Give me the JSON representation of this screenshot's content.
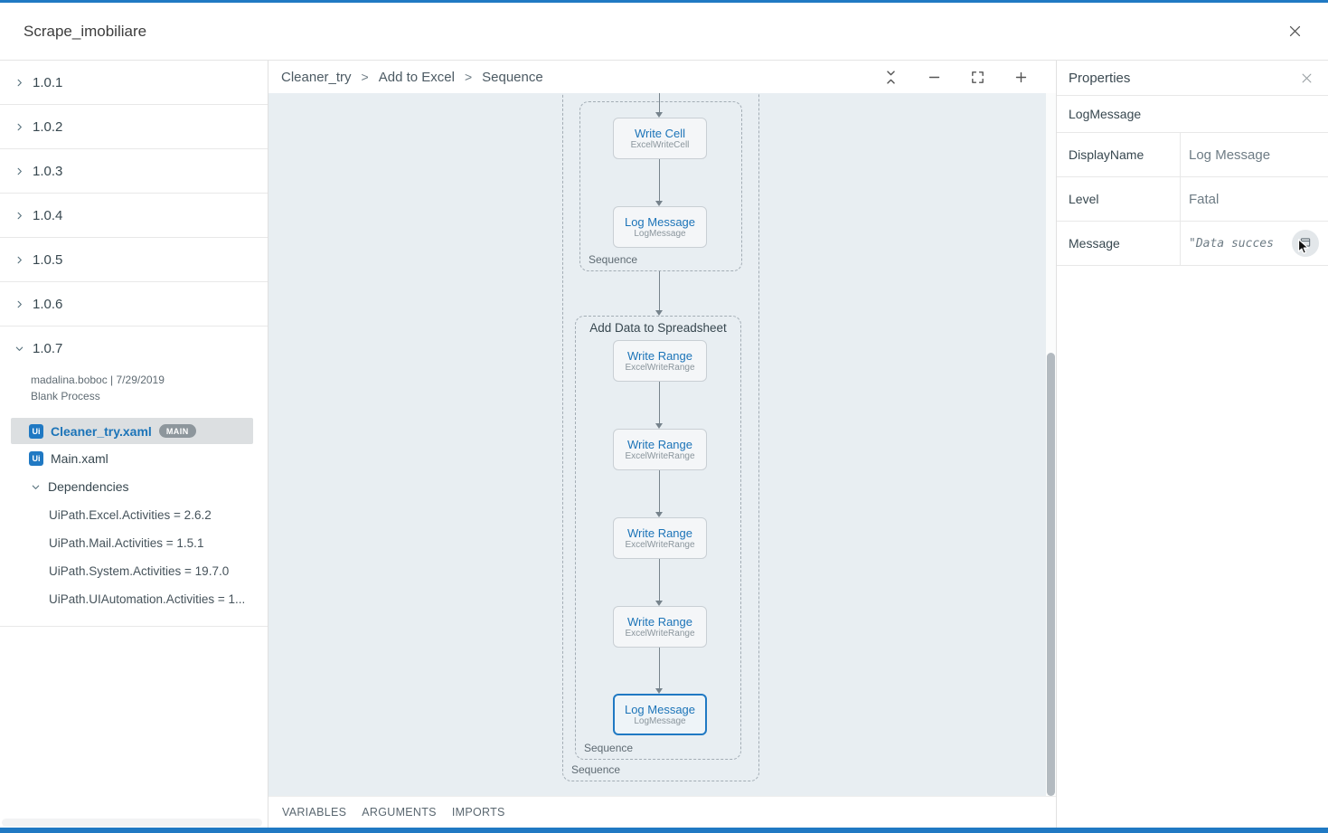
{
  "colors": {
    "accent_blue": "#2079c3",
    "canvas_bg": "#e8eef2",
    "selected_row_bg": "#dcdfe1",
    "activity_title_blue": "#1c74b8"
  },
  "window": {
    "title": "Scrape_imobiliare"
  },
  "versions_panel": {
    "collapsed_versions": [
      "1.0.1",
      "1.0.2",
      "1.0.3",
      "1.0.4",
      "1.0.5",
      "1.0.6"
    ],
    "expanded_version": {
      "label": "1.0.7",
      "meta": "madalina.boboc | 7/29/2019",
      "process_type": "Blank Process",
      "files": [
        {
          "name": "Cleaner_try.xaml",
          "badge": "MAIN"
        },
        {
          "name": "Main.xaml"
        }
      ],
      "dependencies_label": "Dependencies",
      "dependencies": [
        "UiPath.Excel.Activities = 2.6.2",
        "UiPath.Mail.Activities = 1.5.1",
        "UiPath.System.Activities = 19.7.0",
        "UiPath.UIAutomation.Activities = 1..."
      ]
    }
  },
  "designer": {
    "breadcrumb": {
      "items": [
        "Cleaner_try",
        "Add to Excel",
        "Sequence"
      ],
      "separator": ">"
    },
    "canvas": {
      "outer_label": "Sequence",
      "top_sequence": {
        "label": "Sequence",
        "activities": [
          {
            "title": "Write Cell",
            "subtitle": "ExcelWriteCell"
          },
          {
            "title": "Log Message",
            "subtitle": "LogMessage"
          }
        ]
      },
      "add_data_sequence": {
        "title": "Add Data to Spreadsheet",
        "label": "Sequence",
        "activities": [
          {
            "title": "Write Range",
            "subtitle": "ExcelWriteRange"
          },
          {
            "title": "Write Range",
            "subtitle": "ExcelWriteRange"
          },
          {
            "title": "Write Range",
            "subtitle": "ExcelWriteRange"
          },
          {
            "title": "Write Range",
            "subtitle": "ExcelWriteRange"
          },
          {
            "title": "Log Message",
            "subtitle": "LogMessage"
          }
        ]
      }
    },
    "tabs": [
      "VARIABLES",
      "ARGUMENTS",
      "IMPORTS"
    ]
  },
  "properties_panel": {
    "title": "Properties",
    "activity": "LogMessage",
    "fields": [
      {
        "label": "DisplayName",
        "value": "Log Message"
      },
      {
        "label": "Level",
        "value": "Fatal"
      },
      {
        "label": "Message",
        "value": "\"Data succes"
      }
    ]
  },
  "icons": {
    "file_type": "Ui",
    "window_close": "close-x",
    "panel_close": "close-x",
    "chevron_right": "chevron-right",
    "chevron_down": "chevron-down",
    "collapse_all": "compress-vertical",
    "zoom_out": "minus",
    "fit_to_screen": "frame-corners",
    "zoom_in": "plus",
    "expand_editor": "editor-popup"
  }
}
